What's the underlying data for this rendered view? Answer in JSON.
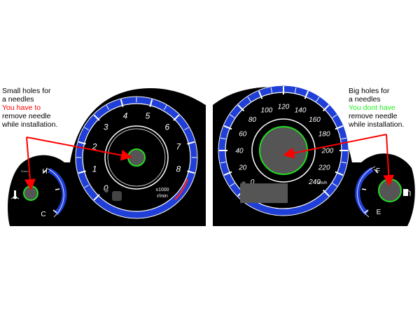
{
  "colors": {
    "background": "#ffffff",
    "panel": "#000000",
    "scale_blue": "#1f3fd8",
    "hub_green": "#22dd22",
    "hub_grey": "#555555",
    "arrow_red": "#ff0000"
  },
  "left_note": {
    "line1": "Small holes for",
    "line2": "a needles",
    "highlight": "You have to",
    "line4": "remove needle",
    "line5": "while installation."
  },
  "right_note": {
    "line1": "Big holes for",
    "line2": "a needles",
    "highlight": "You dont have",
    "line4": "remove needle",
    "line5": "while installation."
  },
  "tachometer": {
    "labels": [
      "0",
      "1",
      "2",
      "3",
      "4",
      "5",
      "6",
      "7",
      "8"
    ],
    "unit_line1": "x1000",
    "unit_line2": "r/min"
  },
  "speedometer": {
    "labels": [
      "0",
      "20",
      "40",
      "60",
      "80",
      "100",
      "120",
      "140",
      "160",
      "180",
      "200",
      "220",
      "240"
    ],
    "unit": "km/h"
  },
  "temp_gauge": {
    "hot_label": "H",
    "cold_label": "C",
    "icon": "thermometer-icon"
  },
  "fuel_gauge": {
    "full_label": "F",
    "empty_label": "E",
    "icon": "fuel-pump-icon"
  }
}
